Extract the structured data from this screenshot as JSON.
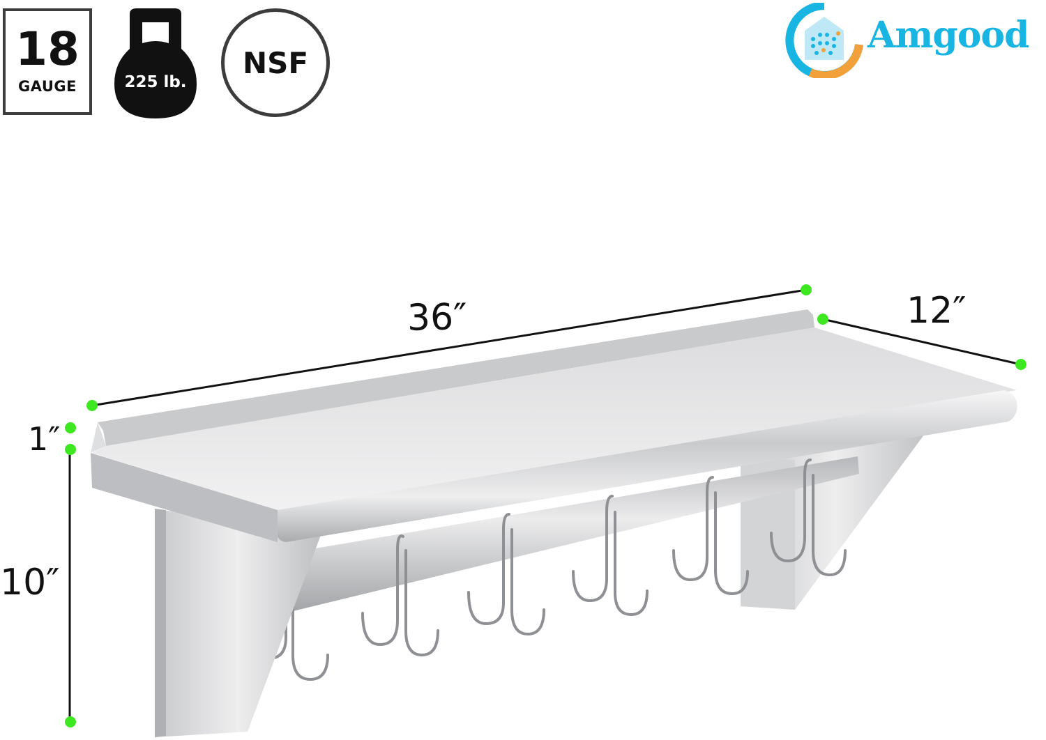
{
  "badges": {
    "gauge_number": "18",
    "gauge_label": "GAUGE",
    "weight_label": "225 lb.",
    "nsf_label": "NSF"
  },
  "brand": {
    "name": "Amgood",
    "color": "#18b4e2",
    "accent_orange": "#f2a03a"
  },
  "dimensions": {
    "length": "36″",
    "depth": "12″",
    "lip_height": "1″",
    "bracket_height": "10″"
  },
  "colors": {
    "marker_green": "#3ee820",
    "line": "#111111",
    "steel_light": "#e9e9ea",
    "steel_dark": "#9a9c9f"
  },
  "icons": [
    "kettlebell-icon",
    "amgood-logo-icon",
    "hook-icon"
  ]
}
